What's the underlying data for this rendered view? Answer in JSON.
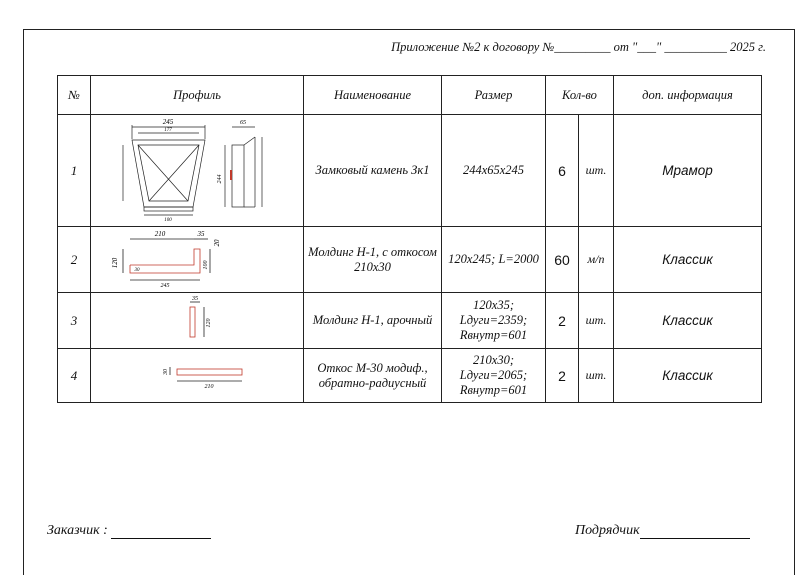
{
  "header": {
    "text": "Приложение №2 к договору №_________ от \"___\" __________ 2025 г."
  },
  "table": {
    "columns": [
      "№",
      "Профиль",
      "Наименование",
      "Размер",
      "Кол-во",
      "доп. информация"
    ],
    "rows": [
      {
        "num": "1",
        "name": "Замковый камень Зк1",
        "size": "244х65х245",
        "qty": "6",
        "unit": "шт.",
        "info": "Мрамор"
      },
      {
        "num": "2",
        "name": "Молдинг Н-1, с откосом 210х30",
        "size": "120х245; L=2000",
        "qty": "60",
        "unit": "м/п",
        "info": "Классик"
      },
      {
        "num": "3",
        "name": "Молдинг Н-1,  арочный",
        "size": "120х35; Lдуги=2359; Rвнутр=601",
        "qty": "2",
        "unit": "шт.",
        "info": "Классик"
      },
      {
        "num": "4",
        "name": "Откос М-30 модиф., обратно-радиусный",
        "size": "210х30; Lдуги=2065; Rвнутр=601",
        "qty": "2",
        "unit": "шт.",
        "info": "Классик"
      }
    ]
  },
  "drawings": {
    "p1": {
      "d1": "245",
      "d2": "177",
      "d3": "65",
      "d4": "244",
      "d5": "100"
    },
    "p2": {
      "d1": "210",
      "d2": "35",
      "d3": "20",
      "d4": "120",
      "d5": "30",
      "d6": "100",
      "d7": "245"
    },
    "p3": {
      "d1": "35",
      "d2": "120"
    },
    "p4": {
      "d1": "30",
      "d2": "210"
    }
  },
  "footer": {
    "customer": "Заказчик :",
    "contractor": "Подрядчик"
  },
  "colors": {
    "accent": "#c0392b"
  }
}
